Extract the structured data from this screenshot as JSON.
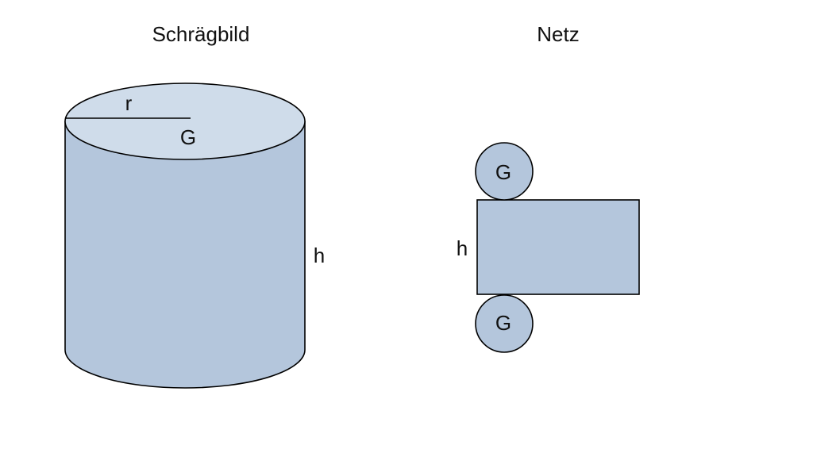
{
  "left": {
    "title": "Schrägbild",
    "radius_label": "r",
    "base_label": "G",
    "height_label": "h"
  },
  "right": {
    "title": "Netz",
    "top_circle_label": "G",
    "bottom_circle_label": "G",
    "height_label": "h"
  },
  "colors": {
    "body": "#b4c6dc",
    "top": "#cfdcea",
    "stroke": "#000000"
  }
}
